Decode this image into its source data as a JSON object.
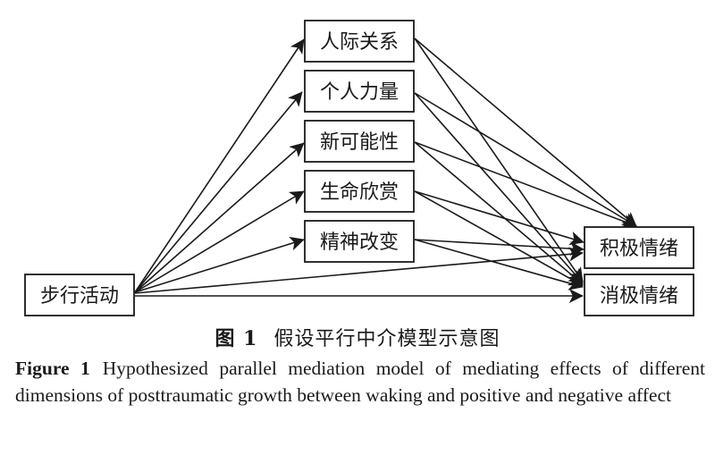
{
  "diagram": {
    "type": "parallel-mediation-model",
    "source": {
      "id": "walking",
      "label": "步行活动"
    },
    "mediators": [
      {
        "id": "interpersonal",
        "label": "人际关系"
      },
      {
        "id": "personal-strength",
        "label": "个人力量"
      },
      {
        "id": "new-possibilities",
        "label": "新可能性"
      },
      {
        "id": "appreciation-of-life",
        "label": "生命欣赏"
      },
      {
        "id": "spiritual-change",
        "label": "精神改变"
      }
    ],
    "outcomes": [
      {
        "id": "positive-affect",
        "label": "积极情绪"
      },
      {
        "id": "negative-affect",
        "label": "消极情绪"
      }
    ],
    "edges": [
      {
        "from": "walking",
        "to": "interpersonal"
      },
      {
        "from": "walking",
        "to": "personal-strength"
      },
      {
        "from": "walking",
        "to": "new-possibilities"
      },
      {
        "from": "walking",
        "to": "appreciation-of-life"
      },
      {
        "from": "walking",
        "to": "spiritual-change"
      },
      {
        "from": "walking",
        "to": "positive-affect"
      },
      {
        "from": "walking",
        "to": "negative-affect"
      },
      {
        "from": "interpersonal",
        "to": "positive-affect"
      },
      {
        "from": "interpersonal",
        "to": "negative-affect"
      },
      {
        "from": "personal-strength",
        "to": "positive-affect"
      },
      {
        "from": "personal-strength",
        "to": "negative-affect"
      },
      {
        "from": "new-possibilities",
        "to": "positive-affect"
      },
      {
        "from": "new-possibilities",
        "to": "negative-affect"
      },
      {
        "from": "appreciation-of-life",
        "to": "positive-affect"
      },
      {
        "from": "appreciation-of-life",
        "to": "negative-affect"
      },
      {
        "from": "spiritual-change",
        "to": "positive-affect"
      },
      {
        "from": "spiritual-change",
        "to": "negative-affect"
      }
    ]
  },
  "caption": {
    "cn_number": "图 1",
    "cn_text": "假设平行中介模型示意图",
    "en_number": "Figure 1",
    "en_text": "Hypothesized parallel mediation model of mediating effects of different dimensions of posttraumatic growth between waking and positive and negative affect"
  }
}
